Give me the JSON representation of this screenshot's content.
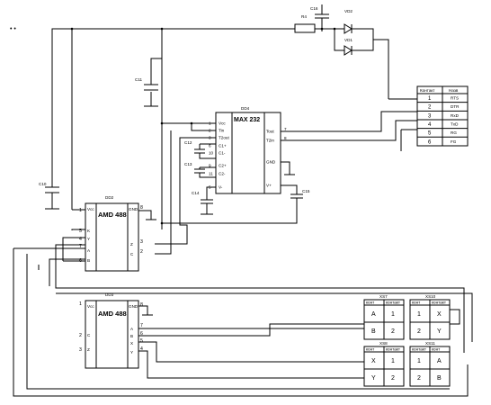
{
  "corner_dots": "• •",
  "labels": {
    "c16": "C16",
    "r4": "R4",
    "vd2": "VD2",
    "vd1": "VD1",
    "c11": "C11",
    "dd4": "DD4",
    "c12": "C12",
    "c13": "C13",
    "c14": "C14",
    "c15": "C15",
    "c10": "C10",
    "dd2": "DD2",
    "dd3": "DD3",
    "xs7": "XS7",
    "xs10": "XS10",
    "xs8": "XS8",
    "xs11": "XS11"
  },
  "max232": {
    "title": "MAX 232",
    "left_pins": [
      {
        "num": "1",
        "name": "Vcc"
      },
      {
        "num": "2",
        "name": "Tin"
      },
      {
        "num": "3",
        "name": "T2out"
      },
      {
        "num": "6",
        "name": "C1+"
      },
      {
        "num": "10",
        "name": "C1-"
      },
      {
        "num": "9",
        "name": "C2+"
      },
      {
        "num": "11",
        "name": "C2-"
      },
      {
        "num": "5",
        "name": "V-"
      }
    ],
    "right_pins": [
      {
        "num": "7",
        "name": "Tout"
      },
      {
        "num": "8",
        "name": "T2in"
      },
      {
        "num": "",
        "name": "GND"
      },
      {
        "num": "",
        "name": "V+"
      }
    ]
  },
  "amd_top": {
    "title": "AMD 488",
    "pins": {
      "vcc": "Vcc",
      "gnd": "GND",
      "k": "K",
      "y": "Y",
      "a": "A",
      "b": "B",
      "z": "Z",
      "c": "C"
    },
    "nums": {
      "p1": "1",
      "p8": "8",
      "p5": "5",
      "p4": "4",
      "p7": "7",
      "p6": "6",
      "p3": "3",
      "p2": "2"
    }
  },
  "amd_bot": {
    "title": "AMD 488",
    "pins": {
      "vcc": "Vcc",
      "gnd": "GND",
      "c": "C",
      "z": "Z",
      "a": "A",
      "b": "B",
      "x": "X",
      "y": "Y"
    },
    "nums": {
      "p1": "1",
      "p8": "8",
      "p2": "2",
      "p3": "3",
      "p7": "7",
      "p6": "6",
      "p5": "5",
      "p4": "4"
    }
  },
  "rs232_table": {
    "headers": [
      "Контакт",
      "Назв"
    ],
    "rows": [
      [
        "1",
        "RTS"
      ],
      [
        "2",
        "DTR"
      ],
      [
        "3",
        "RxD"
      ],
      [
        "4",
        "TxD"
      ],
      [
        "5",
        "RG"
      ],
      [
        "6",
        "FG"
      ]
    ]
  },
  "xs7": {
    "headers": [
      "конт",
      "контакт"
    ],
    "rows": [
      [
        "A",
        "1"
      ],
      [
        "B",
        "2"
      ]
    ]
  },
  "xs10": {
    "headers": [
      "конт",
      "контакт"
    ],
    "rows": [
      [
        "1",
        "X"
      ],
      [
        "2",
        "Y"
      ]
    ]
  },
  "xs8": {
    "headers": [
      "конт",
      "контакт"
    ],
    "rows": [
      [
        "X",
        "1"
      ],
      [
        "Y",
        "2"
      ]
    ]
  },
  "xs11": {
    "headers": [
      "контакт",
      "конт"
    ],
    "rows": [
      [
        "1",
        "A"
      ],
      [
        "2",
        "B"
      ]
    ]
  }
}
